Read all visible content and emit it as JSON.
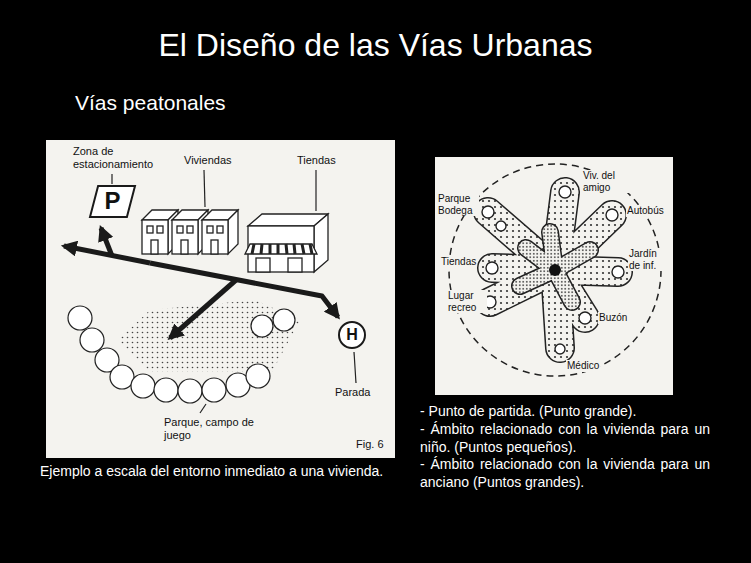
{
  "diagram": {
    "title": "El Diseño de las Vías Urbanas",
    "nodes": [
      {
        "text": [
          "P"
        ]
      },
      {
        "text": [
          "H"
        ]
      }
    ],
    "labels": [
      "Vías peatonales",
      "Zona de estacionamiento",
      "Viviendas",
      "Tiendas",
      "Parque Bodega",
      "Viv. del amigo",
      "Autobús",
      "Tiendas",
      "Jardín de inf.",
      "Lugar recreo",
      "Buzón",
      "Parada",
      "Médico",
      "Parque, campo de juego",
      "Fig. 6",
      "Ejemplo a escala del entorno inmediato a una vivienda.",
      "- Punto de partida. (Punto grande).",
      "- Ámbito relacionado con la vivienda para un niño. (Puntos pequeños).",
      "- Ámbito relacionado con la vivienda para un anciano (Puntos grandes)."
    ]
  }
}
